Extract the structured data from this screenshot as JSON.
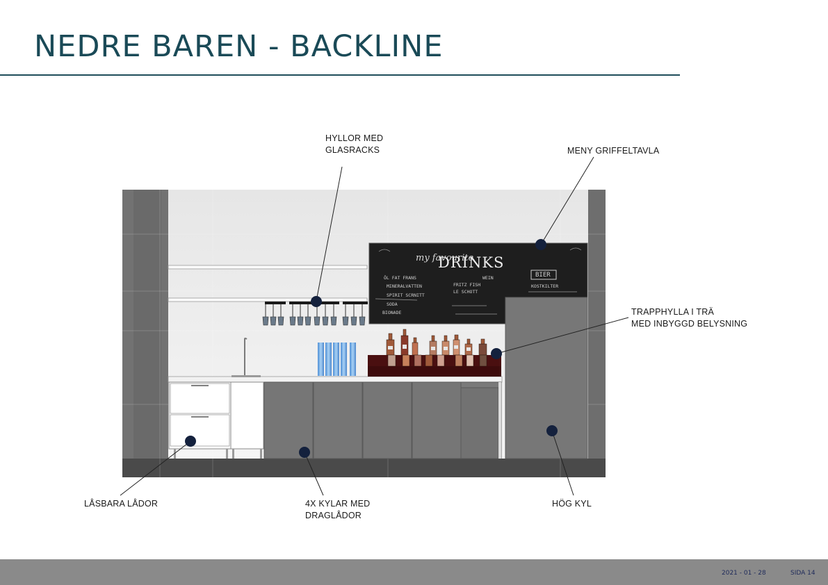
{
  "page": {
    "title": "NEDRE BAREN - BACKLINE"
  },
  "callouts": {
    "shelves": "HYLLOR MED\nGLASRACKS",
    "menu_board": "MENY GRIFFELTAVLA",
    "step_shelf": "TRAPPHYLLA I TRÄ\nMED INBYGGD BELYSNING",
    "lockable_drawers": "LÅSBARA LÅDOR",
    "coolers": "4X KYLAR MED\nDRAGLÅDOR",
    "tall_fridge": "HÖG KYL"
  },
  "chalkboard": {
    "header": "my favourite",
    "title": "DRINKS",
    "items": [
      "ÖL FAT FRANS",
      "MINERALVATTEN",
      "SPIRIT SCRNITT",
      "SODA",
      "BIONADE",
      "FRITZ FISH",
      "WEIN",
      "LE SCHOTT",
      "BIER",
      "KOSTKILTER"
    ]
  },
  "footer": {
    "date": "2021 - 01 - 28",
    "page": "SIDA  14"
  },
  "colors": {
    "title": "#1a4a57",
    "marker": "#14213d",
    "footer_bar": "#8a8a8a",
    "shelf_wood": "#4a0f10"
  }
}
